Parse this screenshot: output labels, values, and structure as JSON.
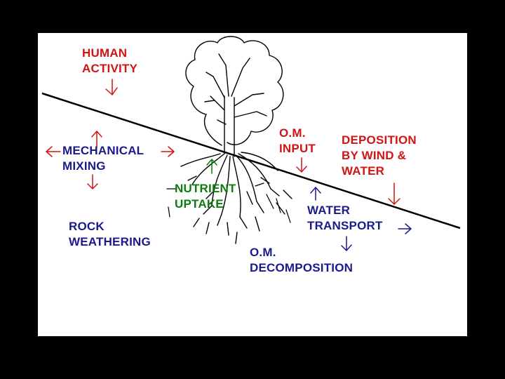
{
  "colors": {
    "background": "#000000",
    "canvas": "#ffffff",
    "red_label": "#d11414",
    "green_label": "#0f7a0f",
    "navy_label": "#1a1a8c",
    "arrow": "#d11414",
    "line": "#000000"
  },
  "labels": {
    "human_activity_1": "HUMAN",
    "human_activity_2": "ACTIVITY",
    "mechanical_mixing_1": "MECHANICAL",
    "mechanical_mixing_2": "MIXING",
    "om_input_1": "O.M.",
    "om_input_2": "INPUT",
    "deposition_1": "DEPOSITION",
    "deposition_2": "BY WIND &",
    "deposition_3": "WATER",
    "nutrient_uptake_1": "NUTRIENT",
    "nutrient_uptake_2": "UPTAKE",
    "water_transport_1": "WATER",
    "water_transport_2": "TRANSPORT",
    "rock_weathering_1": "ROCK",
    "rock_weathering_2": "WEATHERING",
    "om_decomposition_1": "O.M.",
    "om_decomposition_2": "DECOMPOSITION"
  },
  "icons": [
    "tree-icon",
    "soil-surface-line",
    "down-arrow-icon",
    "up-arrow-icon",
    "left-arrow-icon",
    "right-arrow-icon"
  ]
}
